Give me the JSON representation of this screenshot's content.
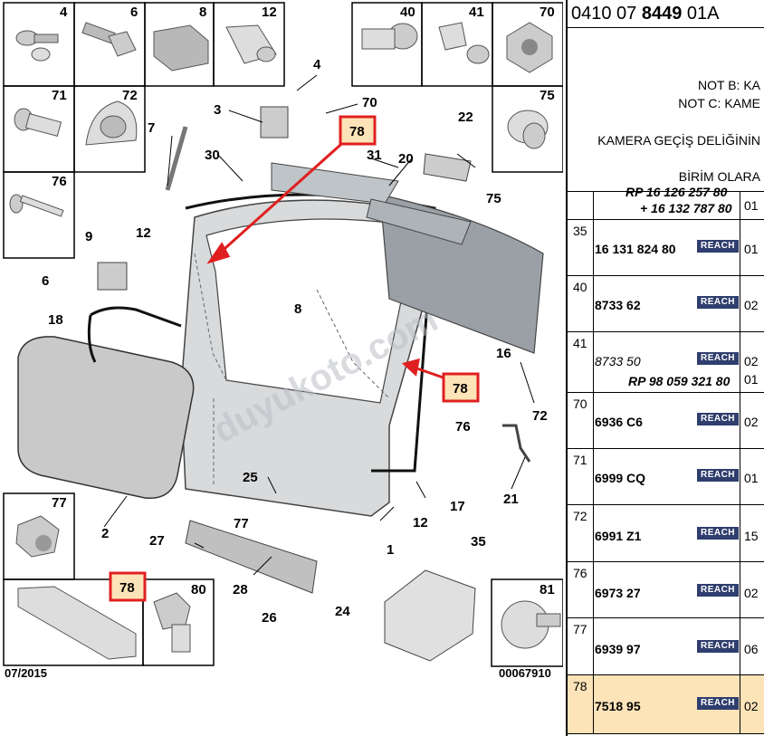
{
  "reference": {
    "prefix": "0410 07 ",
    "bold": "8449",
    "suffix": " 01A"
  },
  "notes": {
    "note_b": "NOT B: KA",
    "note_c": "NOT C: KAME",
    "camera_note": "KAMERA GEÇİŞ DELİĞİNİN",
    "unit_note": "BİRİM OLARA"
  },
  "diagram": {
    "watermark": "duyukoto.com",
    "date": "07/2015",
    "diagram_id": "00067910",
    "inset_numbers": [
      "4",
      "6",
      "8",
      "12",
      "71",
      "72",
      "76",
      "77",
      "78",
      "80",
      "40",
      "41",
      "70",
      "75",
      "81"
    ],
    "callouts": [
      "78",
      "78",
      "78"
    ],
    "labels": [
      "1",
      "2",
      "3",
      "4",
      "6",
      "7",
      "8",
      "9",
      "12",
      "12",
      "16",
      "17",
      "18",
      "20",
      "21",
      "22",
      "24",
      "25",
      "26",
      "27",
      "28",
      "30",
      "31",
      "35",
      "70",
      "72",
      "75",
      "76",
      "77"
    ]
  },
  "table": {
    "top_partial": {
      "line1": "RP 16 126 257 80",
      "line2": "+ 16 132 787 80",
      "qty": "01"
    },
    "rows": [
      {
        "ref": "35",
        "part": "16 131 824 80",
        "reach": "REACH",
        "qty": "01",
        "italic": false,
        "sub": "",
        "sub_qty": ""
      },
      {
        "ref": "40",
        "part": "8733 62",
        "reach": "REACH",
        "qty": "02",
        "italic": false,
        "sub": "",
        "sub_qty": ""
      },
      {
        "ref": "41",
        "part": "8733 50",
        "reach": "REACH",
        "qty": "02",
        "italic": true,
        "sub": "RP 98 059 321 80",
        "sub_qty": "01"
      },
      {
        "ref": "70",
        "part": "6936 C6",
        "reach": "REACH",
        "qty": "02",
        "italic": false,
        "sub": "",
        "sub_qty": ""
      },
      {
        "ref": "71",
        "part": "6999 CQ",
        "reach": "REACH",
        "qty": "01",
        "italic": false,
        "sub": "",
        "sub_qty": ""
      },
      {
        "ref": "72",
        "part": "6991 Z1",
        "reach": "REACH",
        "qty": "15",
        "italic": false,
        "sub": "",
        "sub_qty": ""
      },
      {
        "ref": "76",
        "part": "6973 27",
        "reach": "REACH",
        "qty": "02",
        "italic": false,
        "sub": "",
        "sub_qty": ""
      },
      {
        "ref": "77",
        "part": "6939 97",
        "reach": "REACH",
        "qty": "06",
        "italic": false,
        "sub": "",
        "sub_qty": ""
      },
      {
        "ref": "78",
        "part": "7518 95",
        "reach": "REACH",
        "qty": "02",
        "italic": false,
        "sub": "",
        "sub_qty": ""
      }
    ]
  },
  "colors": {
    "callout_border": "#e02020",
    "callout_fill": "#fde3b8",
    "reach_badge": "#2f3e6e",
    "highlight_row": "#fde3b8"
  }
}
